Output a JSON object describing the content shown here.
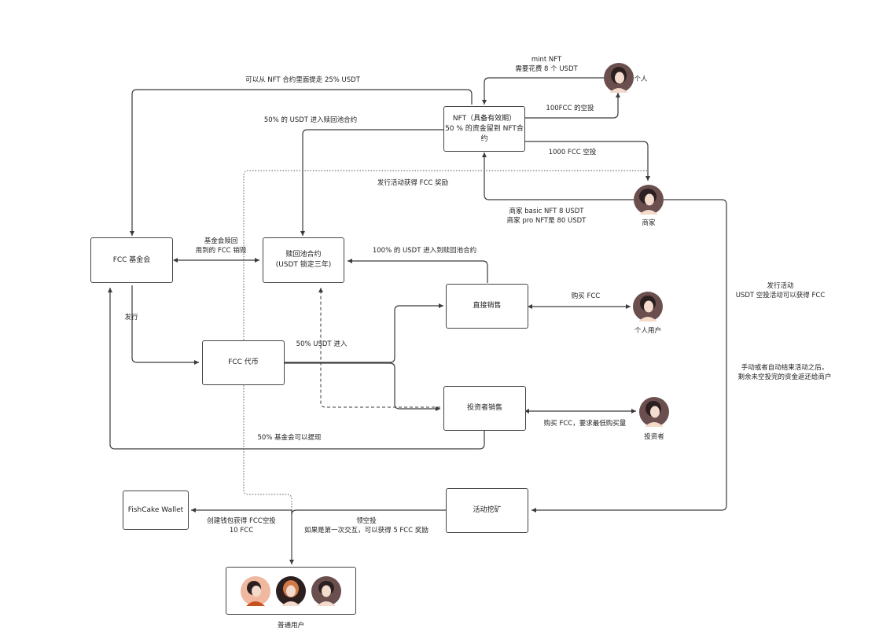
{
  "nodes": {
    "nft": "NFT（具备有效期）\n50 % 的资金留到 NFT合\n约",
    "foundation": "FCC 基金会",
    "buyback_pool": "赎回池合约\n(USDT 锁定三年)",
    "direct_sale": "直接销售",
    "fcc_token": "FCC 代币",
    "investor_sale": "投资者销售",
    "wallet": "FishCake Wallet",
    "mining": "活动挖矿"
  },
  "actors": {
    "individual": "个人",
    "merchant": "商家",
    "individual_user": "个人用户",
    "investor": "投资者",
    "normal_users": "普通用户"
  },
  "edge_labels": {
    "mint_nft": "mint NFT\n需要花费 8 个 USDT",
    "withdraw_25": "可以从 NFT 合约里面提走 25% USDT",
    "airdrop_100": "100FCC 的空投",
    "usdt_50_pool": "50% 的 USDT 进入赎回池合约",
    "airdrop_1000": "1000 FCC 空投",
    "event_reward": "发行活动获得 FCC 奖励",
    "merchant_nft_price": "商家 basic NFT 8 USDT\n商家 pro NFT是 80 USDT",
    "foundation_buyback": "基金会赎回\n用到的 FCC 销毁",
    "usdt_100_pool": "100% 的 USDT 进入到赎回池合约",
    "issue_event": "发行活动\nUSDT 空投活动可以获得 FCC",
    "buy_fcc": "购买 FCC",
    "issue": "发行",
    "usdt_50_in": "50% USDT 进入",
    "refund_after_end": "手动或者自动结束活动之后，\n剩余未空投完的资金返还给商户",
    "buy_fcc_min": "购买 FCC，要求最低购买量",
    "foundation_withdraw_50": "50% 基金会可以提现",
    "create_wallet_reward": "创建钱包获得 FCC空投\n10 FCC",
    "claim_airdrop": "领空投\n如果是第一次交互，可以获得 5 FCC 奖励"
  },
  "colors": {
    "line": "#3a3a3a",
    "skin": "#f3dccd",
    "hair": "#2b1f1f",
    "shirt": "#f4dacb",
    "avatar_bg": "#6b4f4f",
    "avatar_bg_alt": "#f1b8a0"
  }
}
